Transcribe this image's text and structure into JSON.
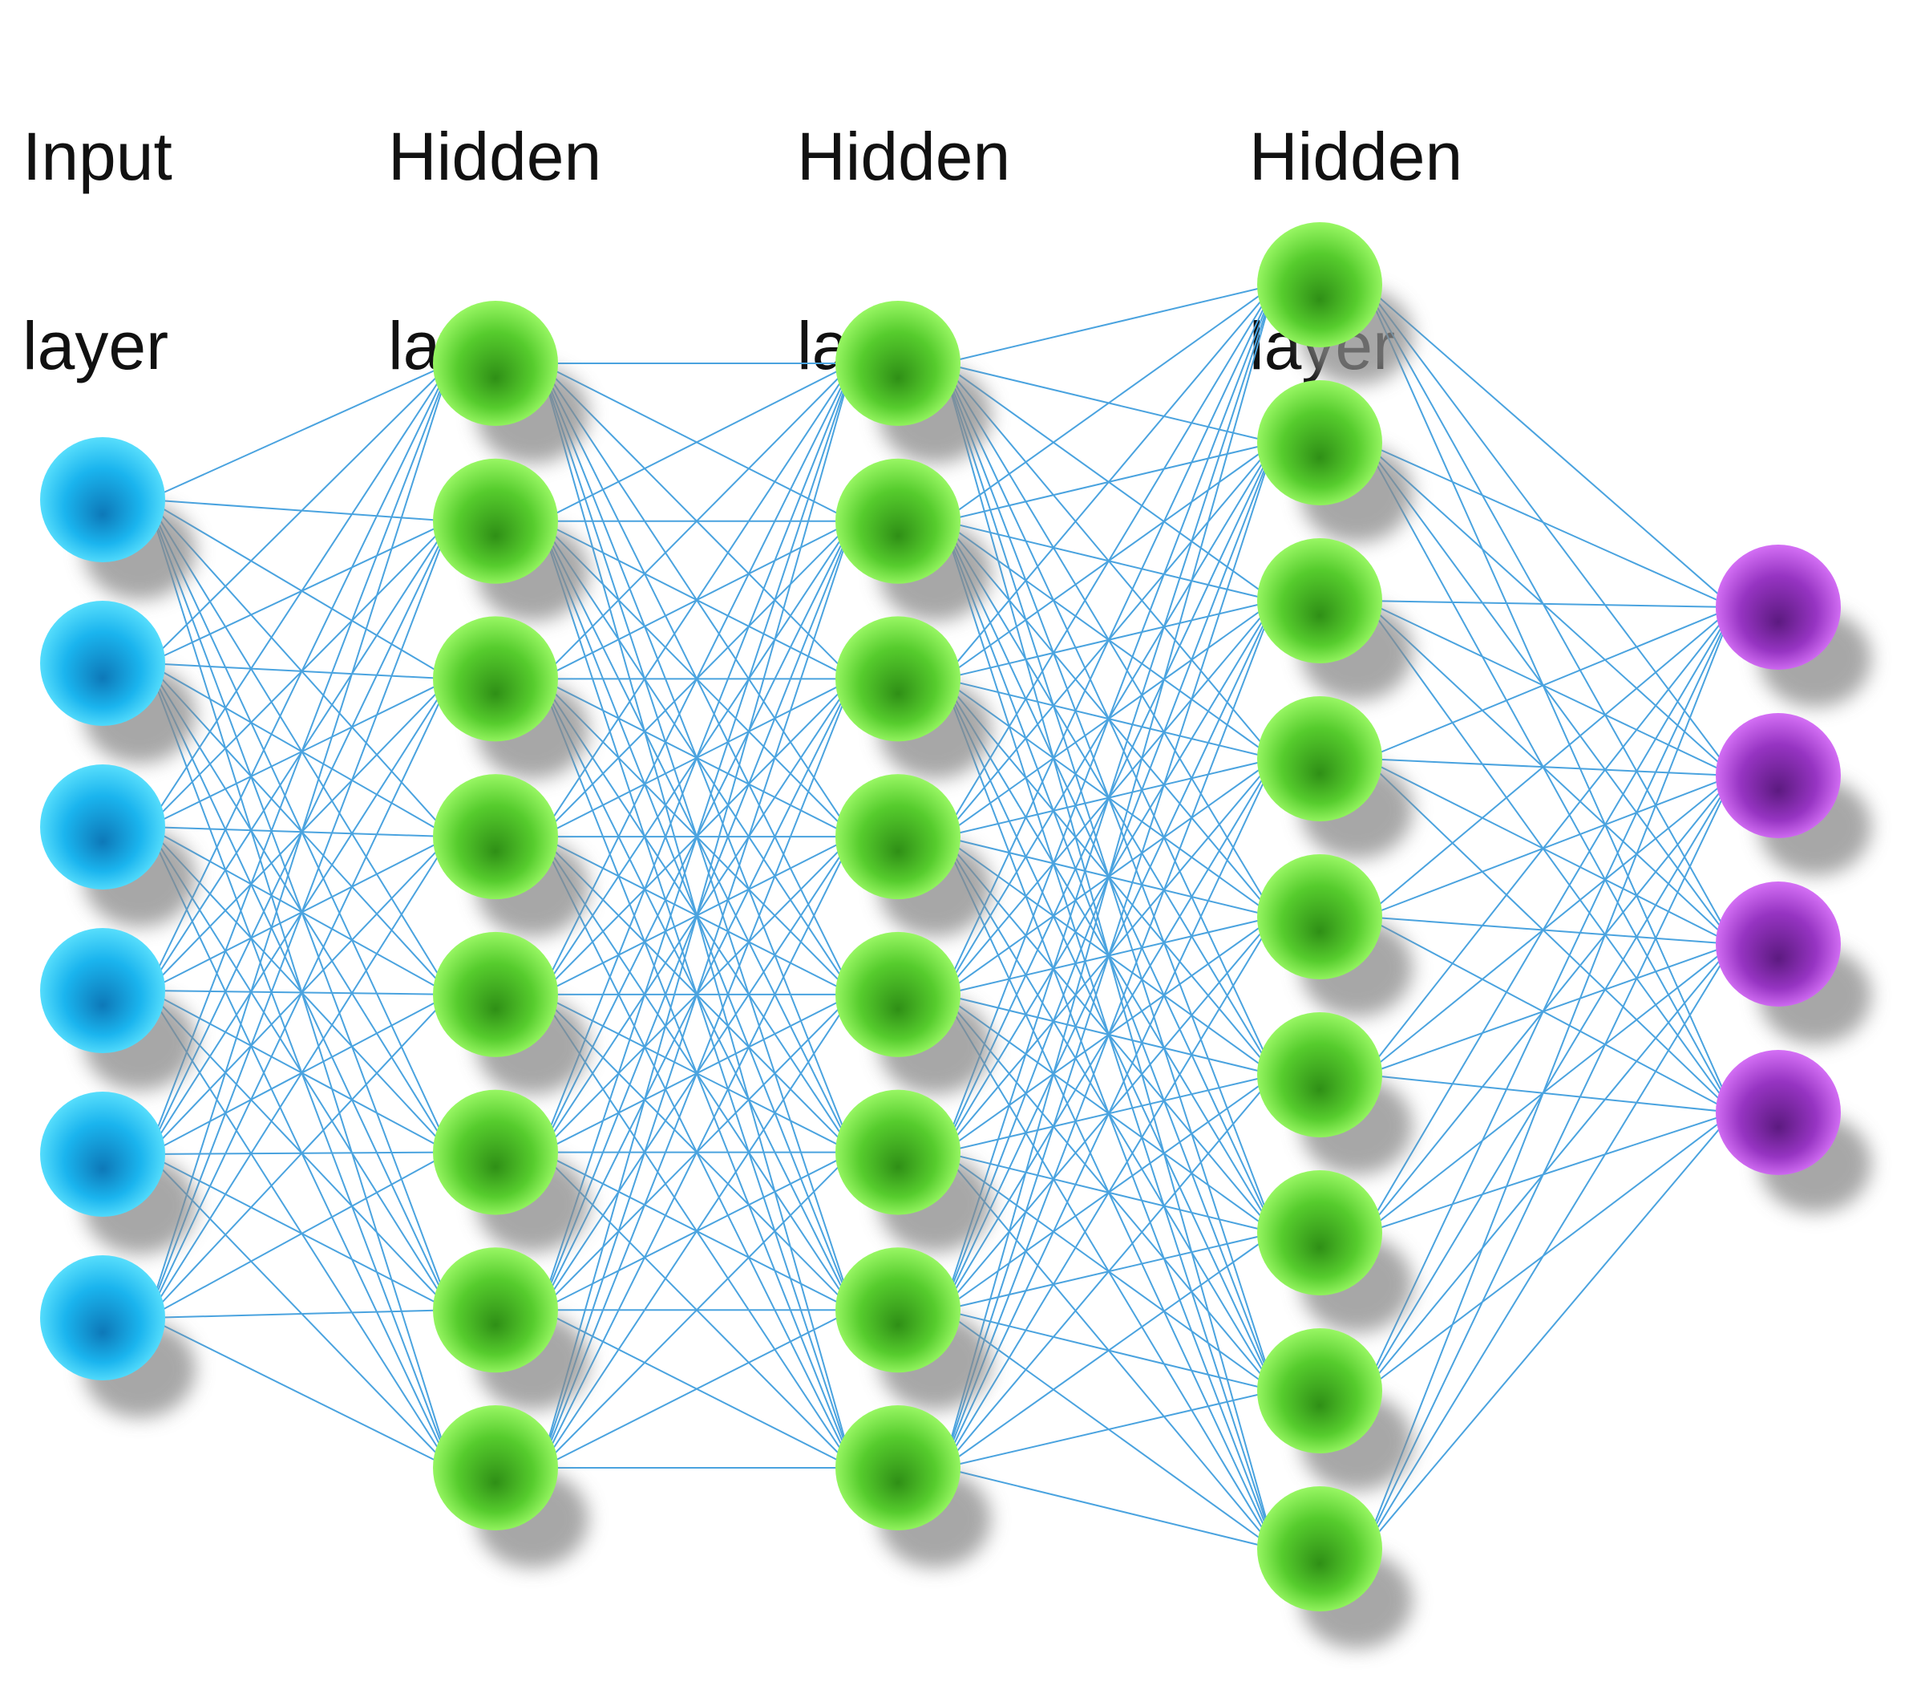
{
  "layers": [
    {
      "title_line1": "Input",
      "title_line2": "layer",
      "role": "input",
      "node_count": 6
    },
    {
      "title_line1": "Hidden",
      "title_line2": "layer",
      "role": "hidden",
      "node_count": 8
    },
    {
      "title_line1": "Hidden",
      "title_line2": "layer",
      "role": "hidden",
      "node_count": 8
    },
    {
      "title_line1": "Hidden",
      "title_line2": "layer",
      "role": "hidden",
      "node_count": 9
    },
    {
      "title_line1": "",
      "title_line2": "",
      "role": "output",
      "node_count": 4
    }
  ],
  "colors": {
    "input": {
      "light": "#63e6ff",
      "base": "#1ab4ee",
      "dark": "#0d78b8"
    },
    "hidden": {
      "light": "#a5ff6e",
      "base": "#56cc2d",
      "dark": "#2f8f16"
    },
    "output": {
      "light": "#e07bff",
      "base": "#9634c2",
      "dark": "#5c1a80"
    },
    "connection": "#4aa3df",
    "shadow": "#8a8a8a"
  }
}
